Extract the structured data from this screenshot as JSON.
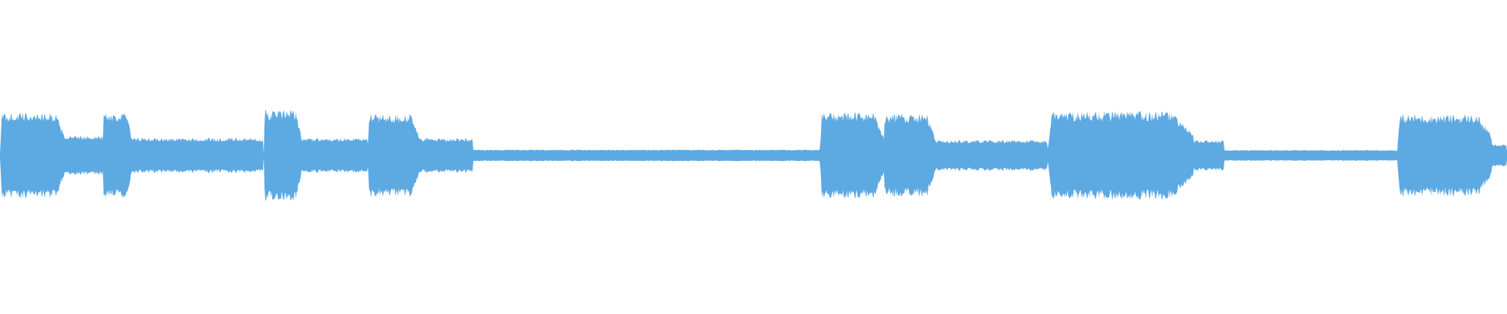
{
  "waveform": {
    "color": "#5DA9E2",
    "segments": [
      {
        "start": 0.0,
        "end": 0.043,
        "level": 0.95
      },
      {
        "start": 0.043,
        "end": 0.068,
        "level": 0.4
      },
      {
        "start": 0.068,
        "end": 0.087,
        "level": 0.95
      },
      {
        "start": 0.087,
        "end": 0.175,
        "level": 0.35
      },
      {
        "start": 0.175,
        "end": 0.2,
        "level": 1.0
      },
      {
        "start": 0.2,
        "end": 0.244,
        "level": 0.35
      },
      {
        "start": 0.244,
        "end": 0.278,
        "level": 0.92
      },
      {
        "start": 0.278,
        "end": 0.314,
        "level": 0.35
      },
      {
        "start": 0.314,
        "end": 0.544,
        "level": 0.08
      },
      {
        "start": 0.544,
        "end": 0.586,
        "level": 0.95
      },
      {
        "start": 0.586,
        "end": 0.62,
        "level": 0.92
      },
      {
        "start": 0.62,
        "end": 0.695,
        "level": 0.3
      },
      {
        "start": 0.695,
        "end": 0.792,
        "level": 0.97
      },
      {
        "start": 0.792,
        "end": 0.812,
        "level": 0.3
      },
      {
        "start": 0.812,
        "end": 0.927,
        "level": 0.07
      },
      {
        "start": 0.927,
        "end": 0.99,
        "level": 0.9
      },
      {
        "start": 0.99,
        "end": 1.0,
        "level": 0.2
      }
    ]
  }
}
